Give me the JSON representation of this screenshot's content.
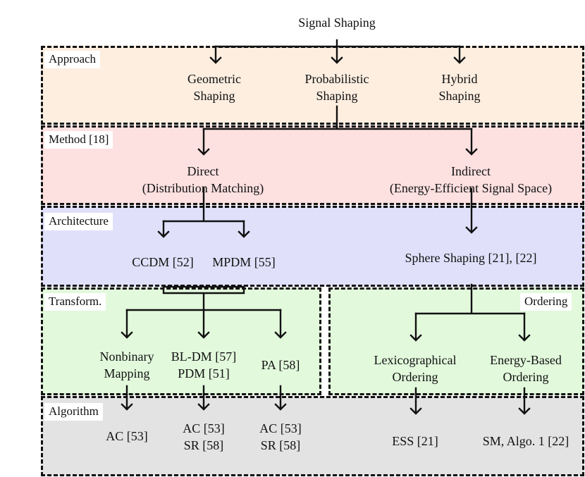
{
  "title": "Signal Shaping",
  "colors": {
    "approach": "#fdeee0",
    "method": "#fde0e0",
    "architecture": "#e0e0fb",
    "transform": "#e2f9dc",
    "algorithm": "#e3e3e3",
    "line": "#111111"
  },
  "layers": {
    "approach": "Approach",
    "method": "Method [18]",
    "architecture": "Architecture",
    "transform": "Transform.",
    "ordering": "Ordering",
    "algorithm": "Algorithm"
  },
  "approach": {
    "geometric": [
      "Geometric",
      "Shaping"
    ],
    "probabilistic": [
      "Probabilistic",
      "Shaping"
    ],
    "hybrid": [
      "Hybrid",
      "Shaping"
    ]
  },
  "method": {
    "direct": [
      "Direct",
      "(Distribution Matching)"
    ],
    "indirect": [
      "Indirect",
      "(Energy-Efficient Signal Space)"
    ]
  },
  "architecture": {
    "ccdm": "CCDM [52]",
    "mpdm": "MPDM [55]",
    "sphere": "Sphere Shaping [21], [22]"
  },
  "transform": {
    "nonbinary": [
      "Nonbinary",
      "Mapping"
    ],
    "bldm": [
      "BL-DM [57]",
      "PDM [51]"
    ],
    "pa": "PA [58]"
  },
  "ordering": {
    "lexico": [
      "Lexicographical",
      "Ordering"
    ],
    "energy": [
      "Energy-Based",
      "Ordering"
    ]
  },
  "algorithm": {
    "ac1": "AC [53]",
    "ac2": [
      "AC [53]",
      "SR [58]"
    ],
    "ac3": [
      "AC [53]",
      "SR [58]"
    ],
    "ess": "ESS [21]",
    "sm": "SM, Algo. 1 [22]"
  }
}
